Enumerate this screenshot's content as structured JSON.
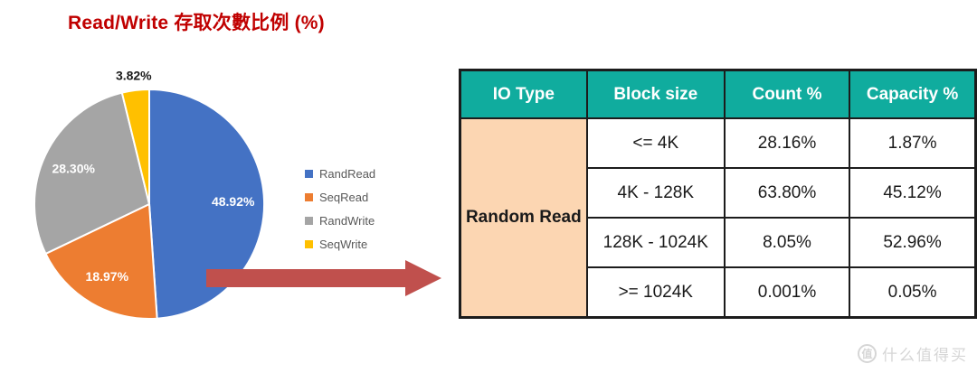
{
  "title": "Read/Write 存取次數比例 (%)",
  "chart_data": {
    "type": "pie",
    "title": "Read/Write 存取次數比例 (%)",
    "direction": "clockwise",
    "start_angle_deg": 0,
    "legend_position": "right",
    "series": [
      {
        "name": "RandRead",
        "value": 48.92,
        "label": "48.92%",
        "color": "#4472c4"
      },
      {
        "name": "SeqRead",
        "value": 18.97,
        "label": "18.97%",
        "color": "#ed7d31"
      },
      {
        "name": "RandWrite",
        "value": 28.3,
        "label": "28.30%",
        "color": "#a5a5a5"
      },
      {
        "name": "SeqWrite",
        "value": 3.82,
        "label": "3.82%",
        "color": "#ffc000"
      }
    ]
  },
  "table": {
    "headers": [
      "IO Type",
      "Block size",
      "Count %",
      "Capacity %"
    ],
    "io_type": "Random Read",
    "rows": [
      {
        "block_size": "<= 4K",
        "count_pct": "28.16%",
        "capacity_pct": "1.87%"
      },
      {
        "block_size": "4K - 128K",
        "count_pct": "63.80%",
        "capacity_pct": "45.12%"
      },
      {
        "block_size": "128K - 1024K",
        "count_pct": "8.05%",
        "capacity_pct": "52.96%"
      },
      {
        "block_size": ">= 1024K",
        "count_pct": "0.001%",
        "capacity_pct": "0.05%"
      }
    ]
  },
  "watermark": {
    "badge": "值",
    "text": "什么值得买"
  },
  "colors": {
    "title_red": "#c00000",
    "arrow_red": "#c0504d",
    "header_teal": "#10ac9e",
    "io_type_peach": "#fcd6b2",
    "table_border": "#1c1c1c",
    "legend_text": "#595959"
  }
}
